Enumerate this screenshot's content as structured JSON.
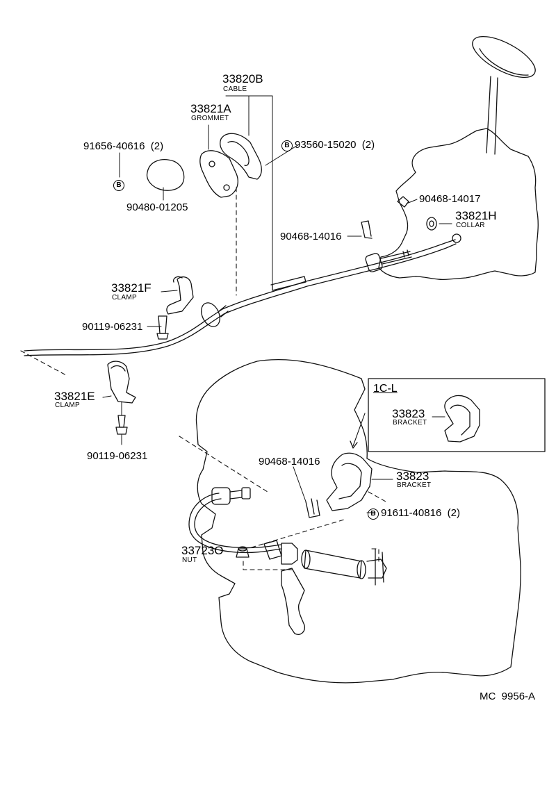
{
  "diagram": {
    "labels": {
      "cable_no": "33820B",
      "cable_name": "CABLE",
      "grommet_no": "33821A",
      "grommet_name": "GROMMET",
      "screw1_no": "91656-40616",
      "screw1_qty": "(2)",
      "cap_no": "90480-01205",
      "bolt1_no": "93560-15020",
      "bolt1_qty": "(2)",
      "clip_top_no": "90468-14017",
      "collar_no": "33821H",
      "collar_name": "COLLAR",
      "clip_mid_no": "90468-14016",
      "clampf_no": "33821F",
      "clampf_name": "CLAMP",
      "boltf_no": "90119-06231",
      "clampe_no": "33821E",
      "clampe_name": "CLAMP",
      "bolte_no": "90119-06231",
      "clip_low_no": "90468-14016",
      "bracket_no": "33823",
      "bracket_name": "BRACKET",
      "bolt2_no": "91611-40816",
      "bolt2_qty": "(2)",
      "nut_no": "33723O",
      "nut_name": "NUT",
      "b_mark": "B"
    },
    "inset": {
      "title": "1C-L",
      "bracket_no": "33823",
      "bracket_name": "BRACKET"
    },
    "footer_code": "MC  9956-A"
  }
}
